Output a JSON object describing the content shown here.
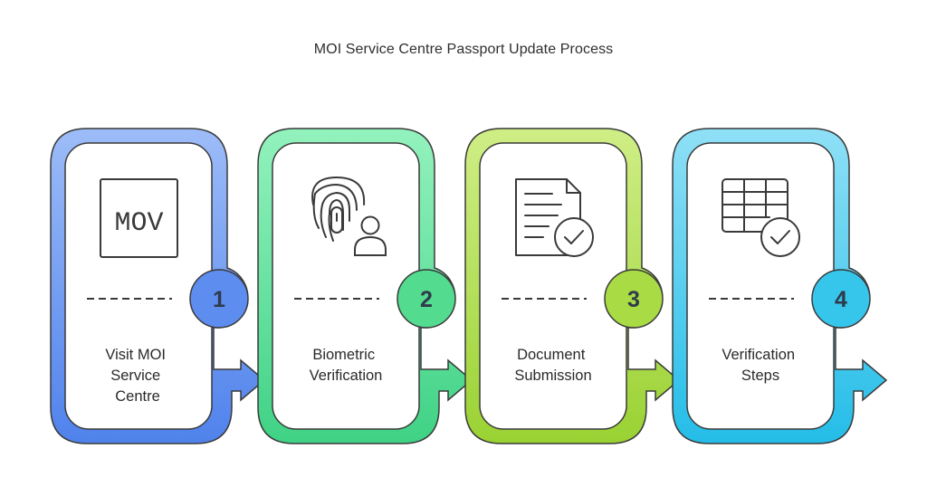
{
  "title": "MOI Service Centre Passport Update Process",
  "steps": [
    {
      "number": "1",
      "label_lines": [
        "Visit MOI",
        "Service",
        "Centre"
      ],
      "icon": "moi-logo-icon",
      "icon_text": "MOV",
      "color": "#5b8def",
      "color_light": "#9bbaf7"
    },
    {
      "number": "2",
      "label_lines": [
        "Biometric",
        "Verification"
      ],
      "icon": "fingerprint-user-icon",
      "color": "#4fd98b",
      "color_light": "#8ff0b8"
    },
    {
      "number": "3",
      "label_lines": [
        "Document",
        "Submission"
      ],
      "icon": "document-check-icon",
      "color": "#a6d93f",
      "color_light": "#c9ec7a"
    },
    {
      "number": "4",
      "label_lines": [
        "Verification",
        "Steps"
      ],
      "icon": "table-check-icon",
      "color": "#33c4ea",
      "color_light": "#85dcf5"
    }
  ]
}
